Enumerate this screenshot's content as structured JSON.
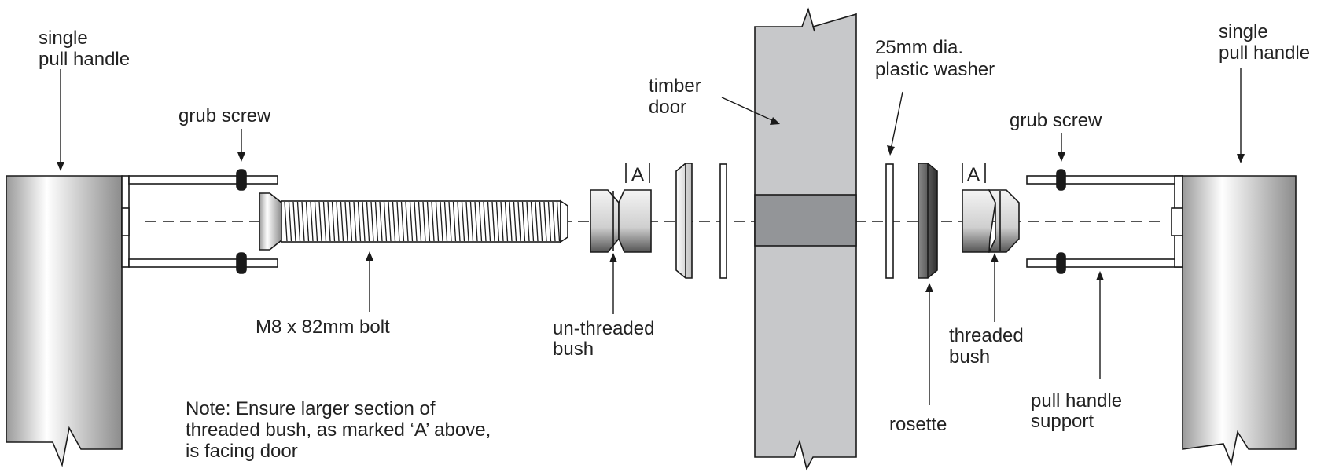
{
  "labels": {
    "handle_left_1": "single",
    "handle_left_2": "pull handle",
    "grub_left": "grub screw",
    "bolt": "M8 x 82mm bolt",
    "unthreaded_1": "un-threaded",
    "unthreaded_2": "bush",
    "marker_a_left": "A",
    "door_1": "timber",
    "door_2": "door",
    "washer_1": "25mm dia.",
    "washer_2": "plastic washer",
    "marker_a_right": "A",
    "grub_right": "grub screw",
    "handle_right_1": "single",
    "handle_right_2": "pull handle",
    "threaded_1": "threaded",
    "threaded_2": "bush",
    "rosette": "rosette",
    "support_1": "pull handle",
    "support_2": "support"
  },
  "note": {
    "line1": "Note: Ensure larger section of",
    "line2": "threaded bush, as marked ‘A’ above,",
    "line3": "is facing door"
  },
  "colors": {
    "stroke": "#1a1a1a",
    "door_fill": "#c7c8ca",
    "door_band": "#939598",
    "metal_light": "#ffffff",
    "metal_dark": "#8a8a8a"
  }
}
